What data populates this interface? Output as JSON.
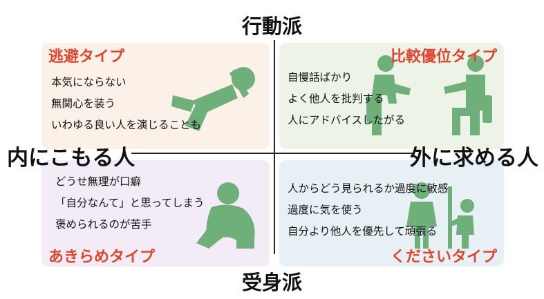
{
  "axes": {
    "top": "行動派",
    "bottom": "受身派",
    "left": "内にこもる人",
    "right": "外に求める人"
  },
  "quadrants": {
    "top_left": {
      "title": "逃避タイプ",
      "items": [
        "本気にならない",
        "無関心を装う",
        "いわゆる良い人を演じることも"
      ]
    },
    "top_right": {
      "title": "比較優位タイプ",
      "items": [
        "自慢話ばかり",
        "よく他人を批判する",
        "人にアドバイスしたがる"
      ]
    },
    "bottom_left": {
      "title": "あきらめタイプ",
      "items": [
        "どうせ無理が口癖",
        "「自分なんて」と思ってしまう",
        "褒められるのが苦手"
      ]
    },
    "bottom_right": {
      "title": "くださいタイプ",
      "items": [
        "人からどう見られるか過度に敏感",
        "過度に気を使う",
        "自分より他人を優先して頑張る"
      ]
    }
  },
  "icons": {
    "top_left": "reclining-person-icon",
    "top_right": "advising-people-icon",
    "bottom_left": "hugging-knees-person-icon",
    "bottom_right": "helping-people-icon"
  },
  "colors": {
    "title_red": "#e2452e",
    "figure_green": "#6fb07a",
    "top_left_bg": "#fbf1e8",
    "top_right_bg": "#eef3e7",
    "bottom_left_bg": "#f3ecf6",
    "bottom_right_bg": "#e6f0f5"
  }
}
